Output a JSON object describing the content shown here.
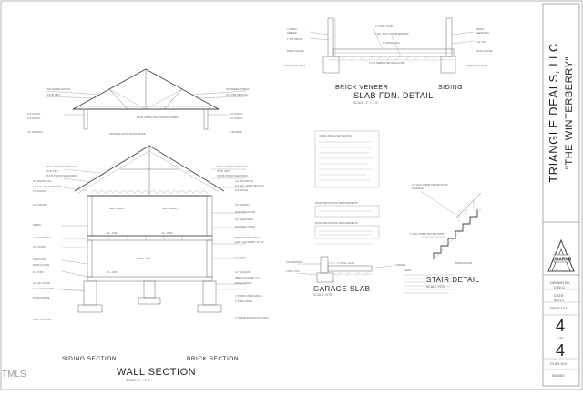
{
  "titles": {
    "slab_fdn": "SLAB FDN. DETAIL",
    "slab_fdn_scale": "SCALE: 1\" = 1'-0\"",
    "brick_veneer": "BRICK VENEER",
    "siding_top": "SIDING",
    "optional_truss": "OPTIONAL ATTIC TRUSS DETAIL",
    "siding_section": "SIDING SECTION",
    "wall_section": "WALL SECTION",
    "wall_section_scale": "SCALE: 1\" = 1'-0\"",
    "brick_section": "BRICK SECTION",
    "garage_slab": "GARAGE SLAB",
    "garage_slab_scale": "SCALE: NTS",
    "stair_detail": "STAIR DETAIL",
    "stair_detail_scale": "SCALE: NTS"
  },
  "notes": {
    "vent_header": "CRAWL SPACE VENTILATION",
    "roof_vent_1": "ROOF VENTILATING REQUIREMENTS",
    "roof_vent_2": "ROOF VENTILATING REQUIREMENTS",
    "note_label": "NOTE:",
    "finish_grade": "FINISH GRADE",
    "gravel_fill": "4\" GRAVEL FILL",
    "perimeter_insulation": "1\"x24\" PERIMETER INSULATION",
    "expansion_joint": "EXPANSION JOINT",
    "typical_rail": "1\" RAIL INSIDE PROJECTIONS",
    "handrail": "HANDRAIL"
  },
  "title_block": {
    "company_line1": "TRIANGLE DEALS, LLC",
    "company_line2": "\"THE WINTERBERRY\"",
    "logo_text": "MARKS",
    "drawn_by_label": "DRAWN BY:",
    "drawn_by": "D.W.G.",
    "date_label": "DATE:",
    "date": "8/2/21",
    "page_no_label": "PAGE NO:",
    "page_no": "4",
    "of_label": "OF",
    "page_total": "4",
    "plan_no_label": "PLAN NO:",
    "plan_no": "062403"
  },
  "watermark": "TMLS"
}
